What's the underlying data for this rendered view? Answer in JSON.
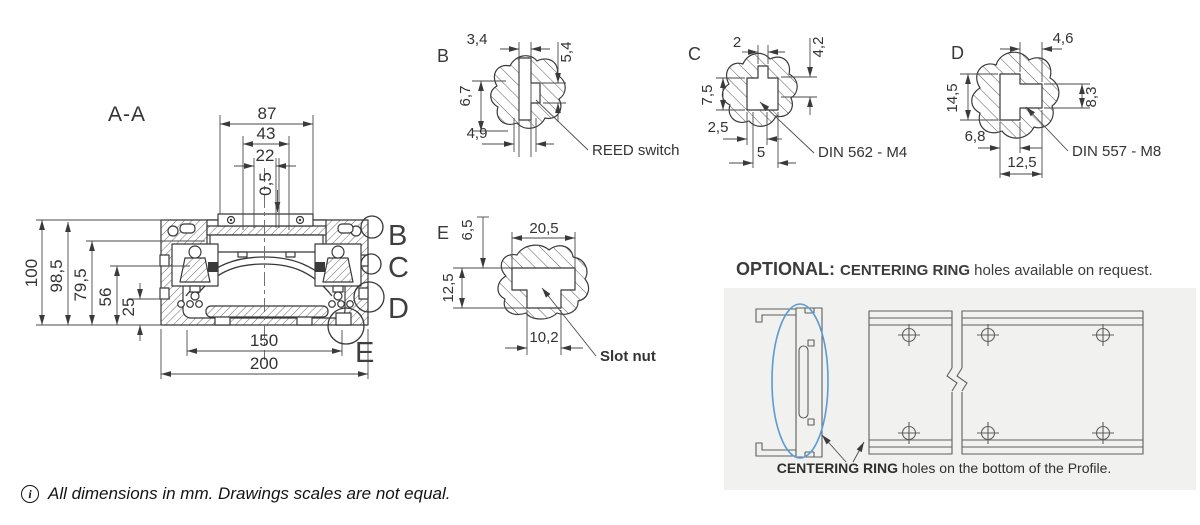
{
  "main_view": {
    "title": "A-A",
    "dims": {
      "top": [
        "87",
        "43",
        "22",
        "0,5"
      ],
      "left": [
        "100",
        "98,5",
        "79,5",
        "56",
        "25"
      ],
      "bottom": [
        "150",
        "200"
      ]
    },
    "detail_labels": [
      "B",
      "C",
      "D",
      "E"
    ]
  },
  "details": {
    "b": {
      "title": "B",
      "callout": "REED switch",
      "dims": [
        "3,4",
        "5,4",
        "6,7",
        "4,9"
      ]
    },
    "c": {
      "title": "C",
      "callout": "DIN 562 - M4",
      "dims": [
        "2",
        "4,2",
        "7,5",
        "2,5",
        "5"
      ]
    },
    "d": {
      "title": "D",
      "callout": "DIN 557 - M8",
      "dims": [
        "4,6",
        "14,5",
        "8,3",
        "6,8",
        "12,5"
      ]
    },
    "e": {
      "title": "E",
      "callout": "Slot nut",
      "dims": [
        "6,5",
        "20,5",
        "12,5",
        "10,2"
      ]
    }
  },
  "optional": {
    "heading_prefix": "OPTIONAL: ",
    "heading_bold": "CENTERING RING",
    "heading_rest": " holes available on request.",
    "caption_bold": "CENTERING RING",
    "caption_rest": " holes on the bottom of the Profile.",
    "highlight_color": "#5b9bd5",
    "panel_bg": "#f1f1ef"
  },
  "footnote": {
    "icon_glyph": "i",
    "text": "All dimensions in mm. Drawings scales are not equal."
  }
}
